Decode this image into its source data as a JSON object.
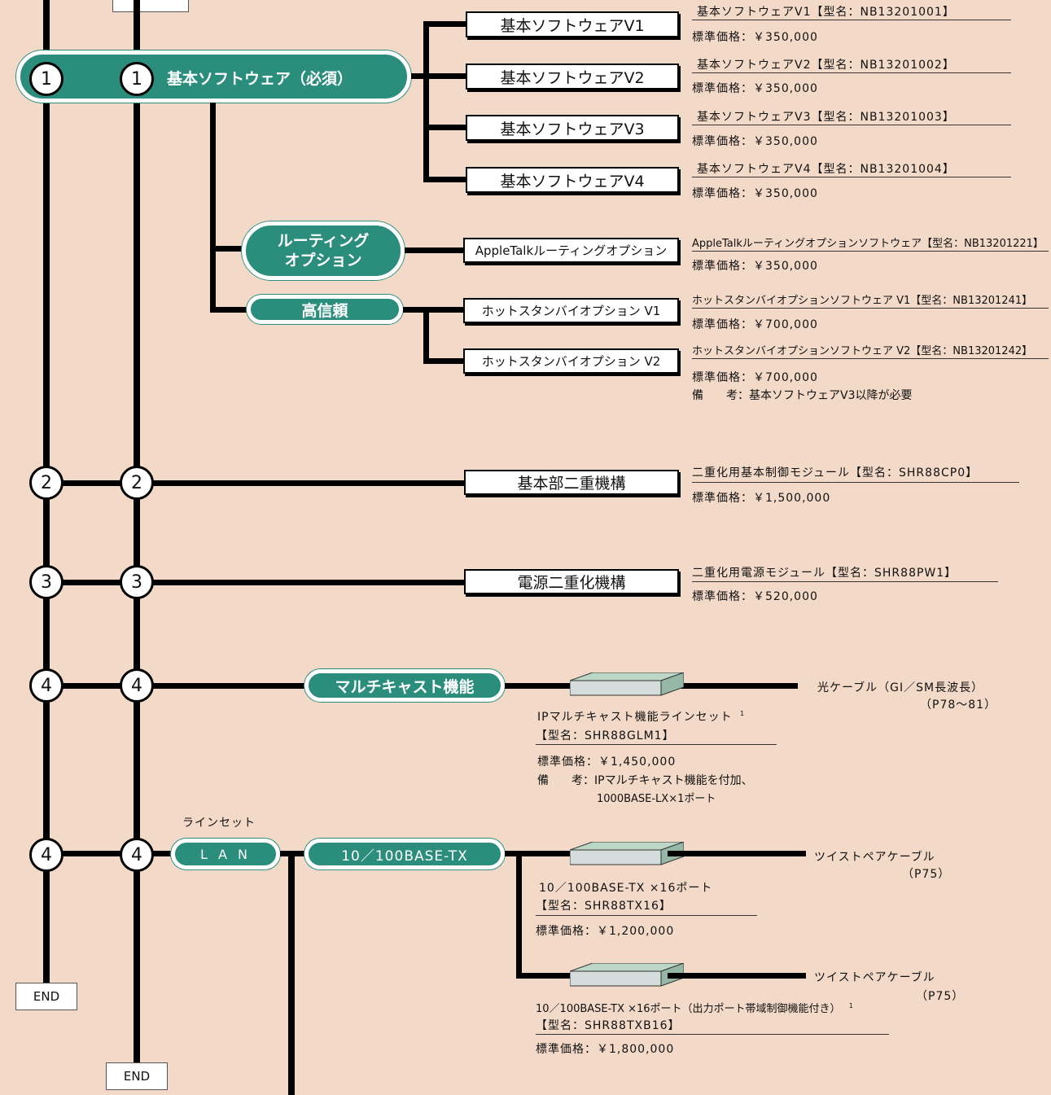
{
  "circle_numbers": {
    "one": "1",
    "two": "2",
    "three": "3",
    "four": "4"
  },
  "pills": {
    "basic_software": "基本ソフトウェア（必須）",
    "routing": [
      "ルーティング",
      "オプション"
    ],
    "high_reliability": "高信頼",
    "multicast": "マルチキャスト機能",
    "lan": "L A N",
    "tx": "10／100BASE-TX"
  },
  "line_set_label": "ラインセット",
  "boxes": {
    "v1": "基本ソフトウェアV1",
    "v2": "基本ソフトウェアV2",
    "v3": "基本ソフトウェアV3",
    "v4": "基本ソフトウェアV4",
    "appletalk": "AppleTalkルーティングオプション",
    "hot_v1": "ホットスタンバイオプション V1",
    "hot_v2": "ホットスタンバイオプション V2",
    "duplex_base": "基本部二重機構",
    "duplex_power": "電源二重化機構"
  },
  "products": {
    "v1": {
      "name": "基本ソフトウェアV1【型名：NB13201001】",
      "price": "標準価格：￥350,000"
    },
    "v2": {
      "name": "基本ソフトウェアV2【型名：NB13201002】",
      "price": "標準価格：￥350,000"
    },
    "v3": {
      "name": "基本ソフトウェアV3【型名：NB13201003】",
      "price": "標準価格：￥350,000"
    },
    "v4": {
      "name": "基本ソフトウェアV4【型名：NB13201004】",
      "price": "標準価格：￥350,000"
    },
    "appletalk": {
      "name": "AppleTalkルーティングオプションソフトウェア【型名：NB13201221】",
      "price": "標準価格：￥350,000"
    },
    "hot_v1": {
      "name": "ホットスタンバイオプションソフトウェア V1【型名：NB13201241】",
      "price": "標準価格：￥700,000"
    },
    "hot_v2": {
      "name": "ホットスタンバイオプションソフトウェア V2【型名：NB13201242】",
      "price": "標準価格：￥700,000",
      "note": "備　　考：基本ソフトウェアV3以降が必要"
    },
    "duplex_base": {
      "name": "二重化用基本制御モジュール【型名：SHR88CP0】",
      "price": "標準価格：￥1,500,000"
    },
    "duplex_power": {
      "name": "二重化用電源モジュール【型名：SHR88PW1】",
      "price": "標準価格：￥520,000"
    },
    "multicast": {
      "name": "IPマルチキャスト機能ラインセット",
      "sup": "1",
      "model": "【型名：SHR88GLM1】",
      "price": "標準価格：￥1,450,000",
      "note1": "備　　考：IPマルチキャスト機能を付加、",
      "note2": "1000BASE-LX×1ポート"
    },
    "tx16": {
      "name": "10／100BASE-TX ×16ポート",
      "model": "【型名：SHR88TX16】",
      "price": "標準価格：￥1,200,000"
    },
    "txb16": {
      "name": "10／100BASE-TX ×16ポート（出力ポート帯域制御機能付き）",
      "sup": "1",
      "model": "【型名：SHR88TXB16】",
      "price": "標準価格：￥1,800,000"
    }
  },
  "cables": {
    "optical": {
      "name": "光ケーブル（GI／SM長波長）",
      "ref": "（P78～81）"
    },
    "twisted1": {
      "name": "ツイストペアケーブル",
      "ref": "（P75）"
    },
    "twisted2": {
      "name": "ツイストペアケーブル",
      "ref": "（P75）"
    }
  },
  "end_label": "END",
  "colors": {
    "background": "#f3d9c8",
    "pill": "#2b8d7c",
    "line": "#000000"
  }
}
